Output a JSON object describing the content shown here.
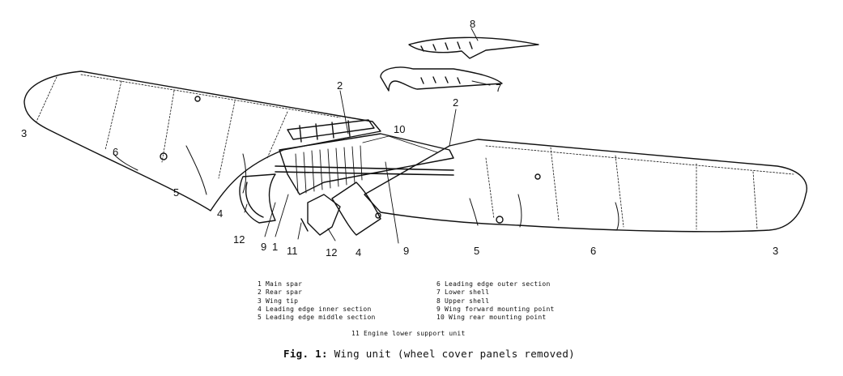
{
  "figure": {
    "caption_prefix": "Fig. 1:",
    "caption_text": " Wing unit (wheel cover panels removed)",
    "callouts": [
      "1",
      "2",
      "3",
      "4",
      "5",
      "6",
      "7",
      "8",
      "9",
      "10",
      "11",
      "12"
    ],
    "legend": [
      "1 Main spar",
      "2 Rear spar",
      "3 Wing tip",
      "4 Leading edge inner section",
      "5 Leading edge middle section",
      "6 Leading edge outer section",
      "7 Lower shell",
      "8 Upper shell",
      "9 Wing forward mounting point",
      "10 Wing rear mounting point",
      "11 Engine lower support unit"
    ]
  }
}
